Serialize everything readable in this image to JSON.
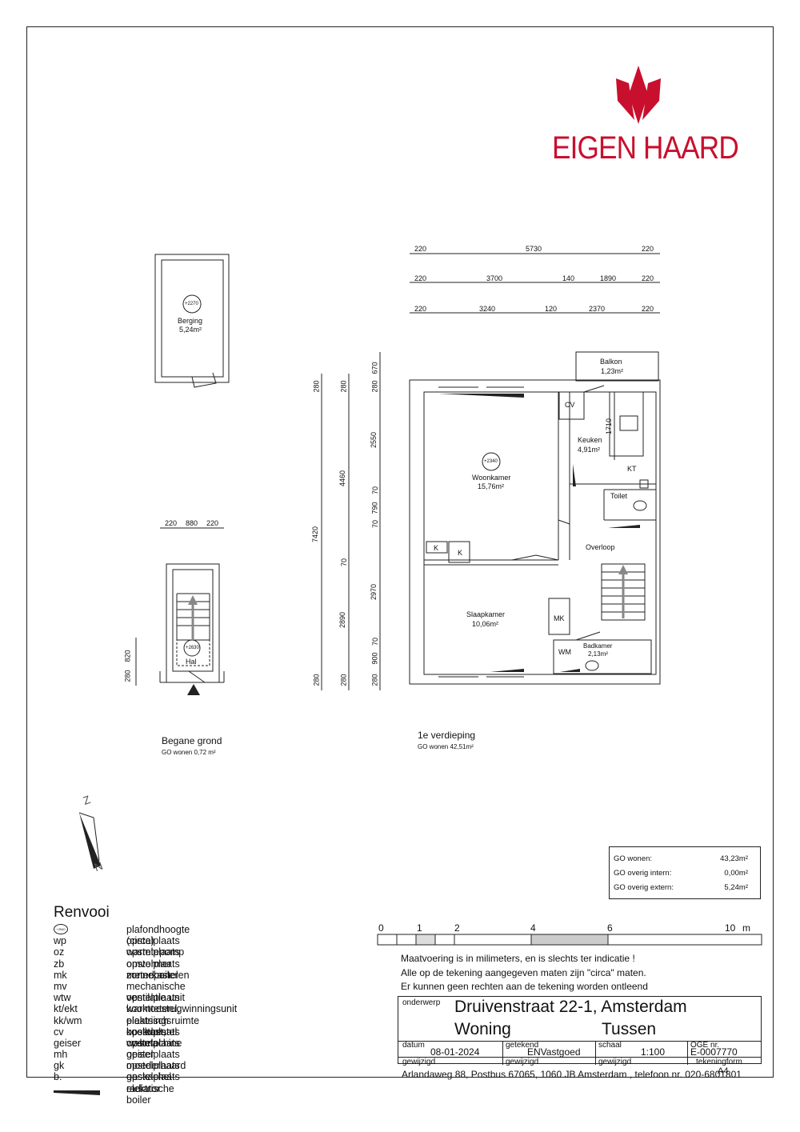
{
  "brand": {
    "name": "EIGEN HAARD",
    "color": "#c8102e"
  },
  "plan": {
    "ground": {
      "title": "Begane grond",
      "area": "GO wonen 0,72 m²",
      "room_hal": "Hal",
      "ceiling": "+2630",
      "dims_top": [
        "220",
        "880",
        "220"
      ],
      "dims_left": [
        "820",
        "280"
      ]
    },
    "storage": {
      "ceiling": "+2270",
      "name": "Berging",
      "area": "5,24m²"
    },
    "first": {
      "title": "1e verdieping",
      "area": "GO wonen 42,51m²",
      "rooms": {
        "balkon": "Balkon",
        "balkon_area": "1,23m²",
        "cv": "CV",
        "keuken": "Keuken",
        "keuken_area": "4,91m²",
        "kt": "KT",
        "woonkamer_ceiling": "+2340",
        "woonkamer": "Woonkamer",
        "woonkamer_area": "15,76m²",
        "toilet": "Toilet",
        "overloop": "Overloop",
        "k1": "K",
        "k2": "K",
        "slaapkamer": "Slaapkamer",
        "slaapkamer_area": "10,06m²",
        "mk": "MK",
        "wm": "WM",
        "badkamer": "Badkamer",
        "badkamer_area": "2,13m²",
        "keuken_dim": "1710"
      },
      "dims_row1": [
        "220",
        "5730",
        "220"
      ],
      "dims_row2": [
        "220",
        "3700",
        "140",
        "1890",
        "220"
      ],
      "dims_row3": [
        "220",
        "3240",
        "120",
        "2370",
        "220"
      ],
      "dims_col1": [
        "280",
        "7420",
        "280"
      ],
      "dims_col2": [
        "280",
        "4460",
        "70",
        "2890",
        "280"
      ],
      "dims_col3": [
        "670",
        "280",
        "2550",
        "70",
        "790",
        "70",
        "2970",
        "70",
        "900",
        "280"
      ]
    }
  },
  "compass": {
    "z": "Z",
    "n": "N"
  },
  "renvooi": {
    "title": "Renvooi",
    "items": [
      {
        "code": "+2540",
        "desc": "plafondhoogte (circa)"
      },
      {
        "code": "wp",
        "desc": "opstelplaats warmtepomp"
      },
      {
        "code": "oz",
        "desc": "opstelplaats omvormer zonnepanelen"
      },
      {
        "code": "zb",
        "desc": "opstelplaats zonneboiler"
      },
      {
        "code": "mk",
        "desc": "meterkast"
      },
      {
        "code": "mv",
        "desc": "mechanische ventilatie unit"
      },
      {
        "code": "wtw",
        "desc": "opstelplaats warmteterugwinningsunit"
      },
      {
        "code": "kt/ekt",
        "desc": "kooktoestel, elektrisch kooktoestel"
      },
      {
        "code": "kk/wm",
        "desc": "plaatsingsruimte koelkast, wasmachine"
      },
      {
        "code": "cv",
        "desc": "opstelplaats cv-ketel"
      },
      {
        "code": "geiser",
        "desc": "opstelplaats geiser"
      },
      {
        "code": "mh",
        "desc": "opstelplaats moederhaard"
      },
      {
        "code": "gk",
        "desc": "opstelplaats gaskachel"
      },
      {
        "code": "b.",
        "desc": "opstelplaats elektrische boiler"
      },
      {
        "code": "",
        "desc": "radiator"
      }
    ]
  },
  "go_table": [
    {
      "label": "GO wonen:",
      "value": "43,23m²"
    },
    {
      "label": "GO overig intern:",
      "value": "0,00m²"
    },
    {
      "label": "GO overig extern:",
      "value": "5,24m²"
    }
  ],
  "scale_bar": {
    "labels": [
      "0",
      "1",
      "2",
      "4",
      "6",
      "10"
    ],
    "unit": "m"
  },
  "notes": [
    "Maatvoering is in milimeters, en is slechts ter indicatie !",
    "Alle op de tekening aangegeven maten zijn \"circa\" maten.",
    "Er kunnen geen rechten aan de tekening worden ontleend"
  ],
  "title_block": {
    "onderwerp_label": "onderwerp",
    "title": "Druivenstraat 22-1, Amsterdam",
    "type1": "Woning",
    "type2": "Tussen",
    "datum_label": "datum",
    "datum": "08-01-2024",
    "getekend_label": "getekend",
    "getekend": "ENVastgoed",
    "schaal_label": "schaal",
    "schaal": "1:100",
    "oge_label": "OGE nr.",
    "oge": "E-0007770",
    "gewijzigd1": "gewijzigd",
    "gewijzigd2": "gewijzigd",
    "gewijzigd3": "gewijzigd",
    "tekeningform_label": "tekeningform",
    "tekeningform": "A4"
  },
  "address_line": "Arlandaweg 88, Postbus 67065, 1060 JB Amsterdam , telefoon nr. 020-6801801"
}
